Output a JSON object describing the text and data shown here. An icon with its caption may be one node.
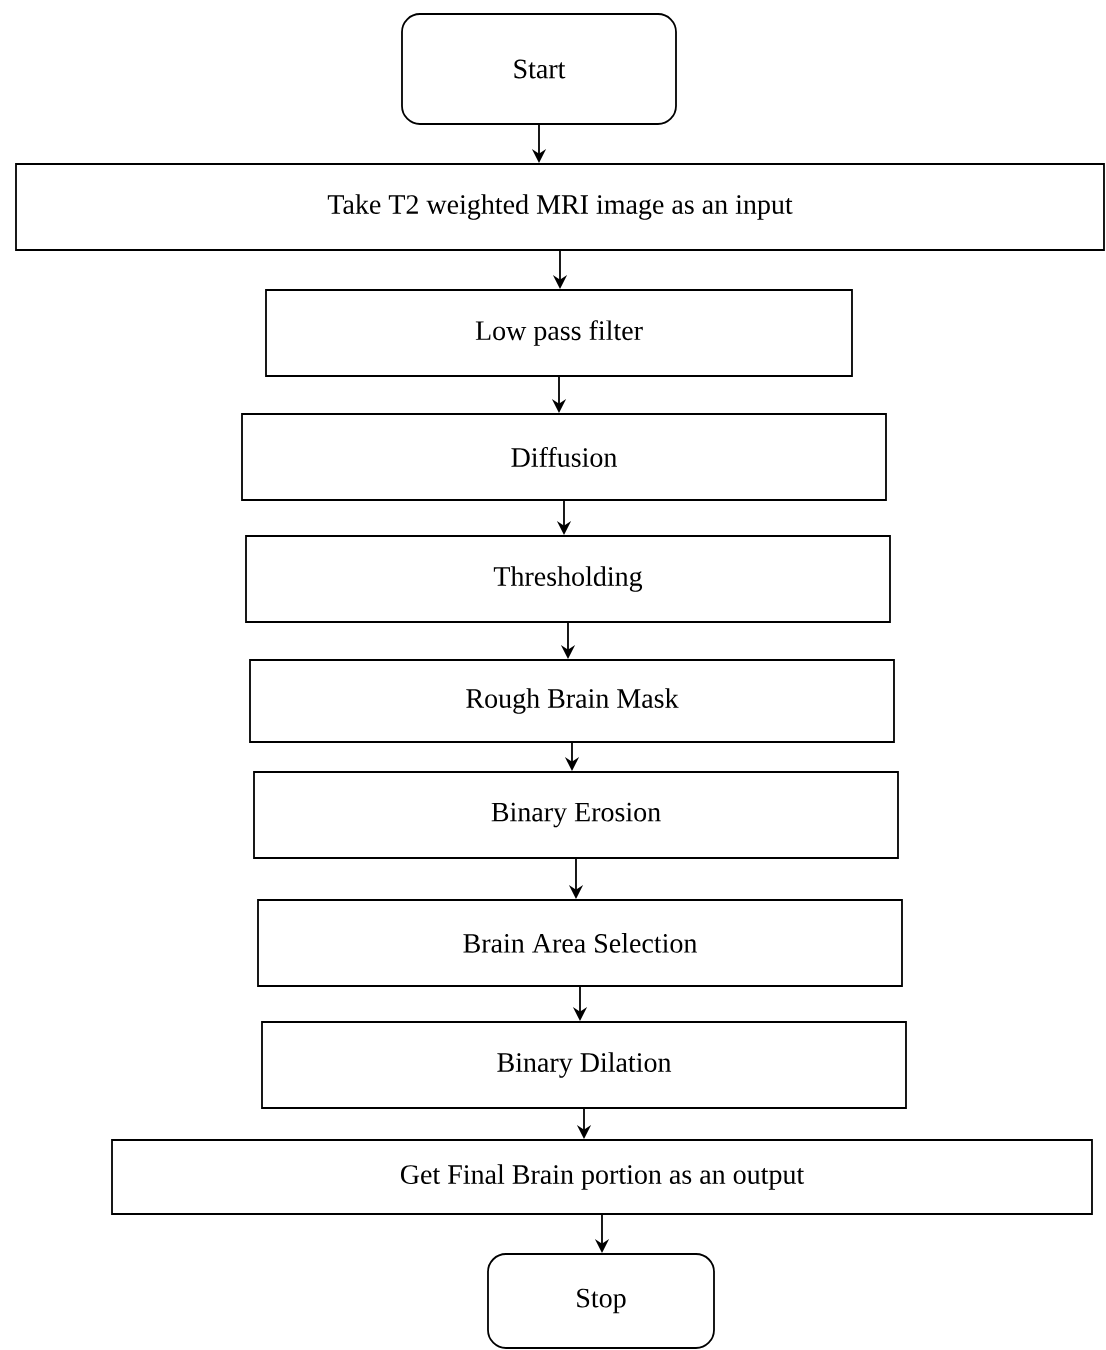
{
  "diagram": {
    "nodes": [
      {
        "text": [
          "Start"
        ]
      },
      {
        "text": [
          "Take T2 weighted MRI image as an input"
        ]
      },
      {
        "text": [
          "Low pass filter"
        ]
      },
      {
        "text": [
          "Diffusion"
        ]
      },
      {
        "text": [
          "Thresholding"
        ]
      },
      {
        "text": [
          "Rough Brain Mask"
        ]
      },
      {
        "text": [
          "Binary Erosion"
        ]
      },
      {
        "text": [
          "Brain Area Selection"
        ]
      },
      {
        "text": [
          "Binary Dilation"
        ]
      },
      {
        "text": [
          "Get Final Brain portion as an output"
        ]
      },
      {
        "text": [
          "Stop"
        ]
      }
    ],
    "edges": [
      {
        "from": 0,
        "to": 1,
        "arrow": "to"
      },
      {
        "from": 1,
        "to": 2,
        "arrow": "to"
      },
      {
        "from": 2,
        "to": 3,
        "arrow": "to"
      },
      {
        "from": 3,
        "to": 4,
        "arrow": "to"
      },
      {
        "from": 4,
        "to": 5,
        "arrow": "to"
      },
      {
        "from": 5,
        "to": 6,
        "arrow": "to"
      },
      {
        "from": 6,
        "to": 7,
        "arrow": "to"
      },
      {
        "from": 7,
        "to": 8,
        "arrow": "to"
      },
      {
        "from": 8,
        "to": 9,
        "arrow": "to"
      },
      {
        "from": 9,
        "to": 10,
        "arrow": "to"
      }
    ]
  }
}
